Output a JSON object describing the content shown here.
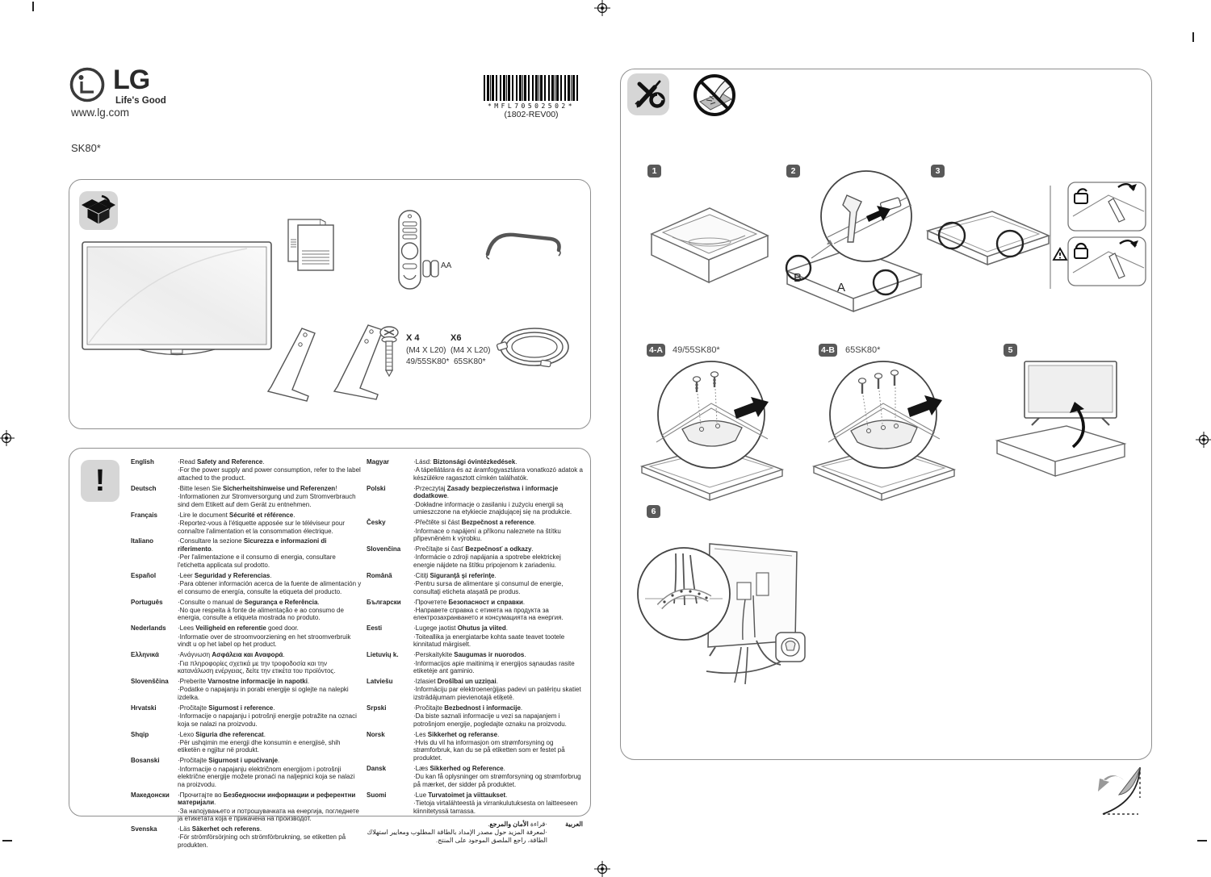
{
  "brand": {
    "logo": "LG",
    "tagline": "Life's Good",
    "website": "www.lg.com",
    "model": "SK80*"
  },
  "barcode": {
    "code": "*MFL70502502*",
    "rev": "(1802-REV00)"
  },
  "icons": {
    "warning": "!"
  },
  "accessories": {
    "battery_label": "AA",
    "screws": [
      {
        "qty": "X 4",
        "spec": "(M4 X L20)",
        "model": "49/55SK80*"
      },
      {
        "qty": "X6",
        "spec": "(M4 X L20)",
        "model": "65SK80*"
      }
    ]
  },
  "steps": {
    "s1": "1",
    "s2": "2",
    "s3": "3",
    "s4a": "4-A",
    "s4a_model": "49/55SK80*",
    "s4b": "4-B",
    "s4b_model": "65SK80*",
    "s5": "5",
    "s6": "6",
    "marker_b": "B",
    "marker_a": "A"
  },
  "languages": {
    "left": [
      {
        "lang": "English",
        "items": [
          {
            "pre": "Read ",
            "bold": "Safety and Reference",
            "post": "."
          },
          {
            "pre": "For the power supply and power consumption, refer to the label attached to the product.",
            "bold": "",
            "post": ""
          }
        ]
      },
      {
        "lang": "Deutsch",
        "items": [
          {
            "pre": "Bitte lesen Sie ",
            "bold": "Sicherheitshinweise und Referenzen",
            "post": "!"
          },
          {
            "pre": "Informationen zur Stromversorgung und zum Stromverbrauch sind dem Etikett auf dem Gerät zu entnehmen.",
            "bold": "",
            "post": ""
          }
        ]
      },
      {
        "lang": "Français",
        "items": [
          {
            "pre": "Lire le document ",
            "bold": "Sécurité et référence",
            "post": "."
          },
          {
            "pre": "Reportez-vous à l'étiquette apposée sur le téléviseur pour connaître l'alimentation et la consommation électrique.",
            "bold": "",
            "post": ""
          }
        ]
      },
      {
        "lang": "Italiano",
        "items": [
          {
            "pre": "Consultare la sezione ",
            "bold": "Sicurezza e informazioni di riferimento",
            "post": "."
          },
          {
            "pre": "Per l'alimentazione e il consumo di energia, consultare l'etichetta applicata sul prodotto.",
            "bold": "",
            "post": ""
          }
        ]
      },
      {
        "lang": "Español",
        "items": [
          {
            "pre": "Leer ",
            "bold": "Seguridad y Referencias",
            "post": "."
          },
          {
            "pre": "Para obtener información acerca de la fuente de alimentación y el consumo de energía, consulte la etiqueta del producto.",
            "bold": "",
            "post": ""
          }
        ]
      },
      {
        "lang": "Português",
        "items": [
          {
            "pre": "Consulte o manual de ",
            "bold": "Segurança e Referência",
            "post": "."
          },
          {
            "pre": "No que respeita à fonte de alimentação e ao consumo de energia, consulte a etiqueta mostrada no produto.",
            "bold": "",
            "post": ""
          }
        ]
      },
      {
        "lang": "Nederlands",
        "items": [
          {
            "pre": "Lees ",
            "bold": "Veiligheid en referentie",
            "post": " goed door."
          },
          {
            "pre": "Informatie over de stroomvoorziening en het stroomverbruik vindt u op het label op het product.",
            "bold": "",
            "post": ""
          }
        ]
      },
      {
        "lang": "Ελληνικά",
        "items": [
          {
            "pre": "Ανάγνωση ",
            "bold": "Ασφάλεια και Αναφορά",
            "post": "."
          },
          {
            "pre": "Για πληροφορίες σχετικά με την τροφοδοσία και την κατανάλωση ενέργειας, δείτε την ετικέτα του προϊόντος.",
            "bold": "",
            "post": ""
          }
        ]
      },
      {
        "lang": "Slovenščina",
        "items": [
          {
            "pre": "Preberite ",
            "bold": "Varnostne informacije in napotki",
            "post": "."
          },
          {
            "pre": "Podatke o napajanju in porabi energije si oglejte na nalepki izdelka.",
            "bold": "",
            "post": ""
          }
        ]
      },
      {
        "lang": "Hrvatski",
        "items": [
          {
            "pre": "Pročitajte ",
            "bold": "Sigurnost i reference",
            "post": "."
          },
          {
            "pre": "Informacije o napajanju i potrošnji energije potražite na oznaci koja se nalazi na proizvodu.",
            "bold": "",
            "post": ""
          }
        ]
      },
      {
        "lang": "Shqip",
        "items": [
          {
            "pre": "Lexo ",
            "bold": "Siguria dhe referencat",
            "post": "."
          },
          {
            "pre": "Për ushqimin me energji dhe konsumin e energjisë, shih etiketën e ngjitur në produkt.",
            "bold": "",
            "post": ""
          }
        ]
      },
      {
        "lang": "Bosanski",
        "items": [
          {
            "pre": "Pročitajte ",
            "bold": "Sigurnost i upućivanje",
            "post": "."
          },
          {
            "pre": "Informacije o napajanju električnom energijom i potrošnji električne energije možete pronaći na naljepnici koja se nalazi na proizvodu.",
            "bold": "",
            "post": ""
          }
        ]
      },
      {
        "lang": "Македонски",
        "items": [
          {
            "pre": "Прочитајте во ",
            "bold": "Безбедносни информации и референтни материјали",
            "post": "."
          },
          {
            "pre": "За напојувањето и потрошувачката на енергија, погледнете ја етикетата која е прикачена на производот.",
            "bold": "",
            "post": ""
          }
        ]
      },
      {
        "lang": "Svenska",
        "items": [
          {
            "pre": "Läs ",
            "bold": "Säkerhet och referens",
            "post": "."
          },
          {
            "pre": "För strömförsörjning och strömförbrukning, se etiketten på produkten.",
            "bold": "",
            "post": ""
          }
        ]
      }
    ],
    "right": [
      {
        "lang": "Magyar",
        "items": [
          {
            "pre": "Lásd: ",
            "bold": "Biztonsági óvintézkedések",
            "post": "."
          },
          {
            "pre": "A tápellátásra és az áramfogyasztásra vonatkozó adatok a készülékre ragasztott címkén találhatók.",
            "bold": "",
            "post": ""
          }
        ]
      },
      {
        "lang": "Polski",
        "items": [
          {
            "pre": "Przeczytaj ",
            "bold": "Zasady bezpieczeństwa i informacje dodatkowe",
            "post": "."
          },
          {
            "pre": "Dokładne informacje o zasilaniu i zużyciu energii są umieszczone na etykiecie znajdującej się na produkcie.",
            "bold": "",
            "post": ""
          }
        ]
      },
      {
        "lang": "Česky",
        "items": [
          {
            "pre": "Přečtěte si část ",
            "bold": "Bezpečnost a reference",
            "post": "."
          },
          {
            "pre": "Informace o napájení a příkonu naleznete na štítku připevněném k výrobku.",
            "bold": "",
            "post": ""
          }
        ]
      },
      {
        "lang": "Slovenčina",
        "items": [
          {
            "pre": "Prečítajte si časť ",
            "bold": "Bezpečnosť a odkazy",
            "post": "."
          },
          {
            "pre": "Informácie o zdroji napájania a spotrebe elektrickej energie nájdete na štítku pripojenom k zariadeniu.",
            "bold": "",
            "post": ""
          }
        ]
      },
      {
        "lang": "Română",
        "items": [
          {
            "pre": "Citiţi ",
            "bold": "Siguranţă şi referinţe",
            "post": "."
          },
          {
            "pre": "Pentru sursa de alimentare şi consumul de energie, consultaţi eticheta ataşată pe produs.",
            "bold": "",
            "post": ""
          }
        ]
      },
      {
        "lang": "Български",
        "items": [
          {
            "pre": "Прочетете ",
            "bold": "Безопасност и справки",
            "post": "."
          },
          {
            "pre": "Направете справка с етикета на продукта за електрозахранването и консумацията на енергия.",
            "bold": "",
            "post": ""
          }
        ]
      },
      {
        "lang": "Eesti",
        "items": [
          {
            "pre": "Lugege jaotist ",
            "bold": "Ohutus ja viited",
            "post": "."
          },
          {
            "pre": "Toiteallika ja energiatarbe kohta saate teavet tootele kinnitatud märgiselt.",
            "bold": "",
            "post": ""
          }
        ]
      },
      {
        "lang": "Lietuvių k.",
        "items": [
          {
            "pre": "Perskaitykite ",
            "bold": "Saugumas ir nuorodos",
            "post": "."
          },
          {
            "pre": "Informacijos apie maitinimą ir energijos sąnaudas rasite etiketėje ant gaminio.",
            "bold": "",
            "post": ""
          }
        ]
      },
      {
        "lang": "Latviešu",
        "items": [
          {
            "pre": "Izlasiet ",
            "bold": "Drošībai un uzziņai",
            "post": "."
          },
          {
            "pre": "Informāciju par elektroenerģijas padevi un patēriņu skatiet izstrādājumam pievienotajā etiķetē.",
            "bold": "",
            "post": ""
          }
        ]
      },
      {
        "lang": "Srpski",
        "items": [
          {
            "pre": "Pročitajte ",
            "bold": "Bezbednost i informacije",
            "post": "."
          },
          {
            "pre": "Da biste saznali informacije u vezi sa napajanjem i potrošnjom energije, pogledajte oznaku na proizvodu.",
            "bold": "",
            "post": ""
          }
        ]
      },
      {
        "lang": "Norsk",
        "items": [
          {
            "pre": "Les ",
            "bold": "Sikkerhet og referanse",
            "post": "."
          },
          {
            "pre": "Hvis du vil ha informasjon om strømforsyning og strømforbruk, kan du se på etiketten som er festet på produktet.",
            "bold": "",
            "post": ""
          }
        ]
      },
      {
        "lang": "Dansk",
        "items": [
          {
            "pre": "Læs ",
            "bold": "Sikkerhed og Reference",
            "post": "."
          },
          {
            "pre": "Du kan få oplysninger om strømforsyning og strømforbrug på mærket, der sidder på produktet.",
            "bold": "",
            "post": ""
          }
        ]
      },
      {
        "lang": "Suomi",
        "items": [
          {
            "pre": "Lue ",
            "bold": "Turvatoimet ja viittaukset",
            "post": "."
          },
          {
            "pre": "Tietoja virtalähteestä ja virrankulutuksesta on laitteeseen kiinnitetyssä tarrassa.",
            "bold": "",
            "post": ""
          }
        ]
      },
      {
        "lang": "العربية",
        "rtl": true,
        "items": [
          {
            "pre": "قراءة ",
            "bold": "الأمان والمرجع",
            "post": "."
          },
          {
            "pre": "لمعرفة المزيد حول مصدر الإمداد بالطاقة المطلوب ومعايير استهلاك الطاقة، راجع الملصق الموجود على المنتج.",
            "bold": "",
            "post": ""
          }
        ]
      }
    ]
  }
}
